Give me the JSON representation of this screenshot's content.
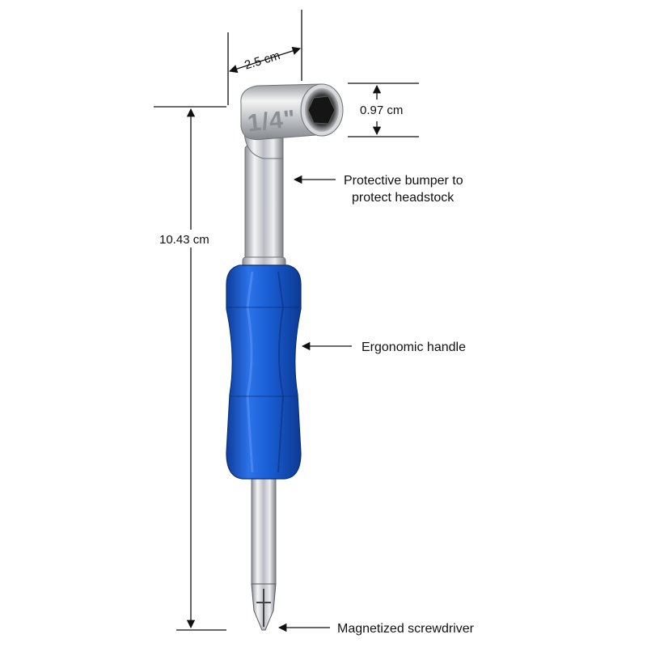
{
  "dimensions": {
    "width": "2.5 cm",
    "opening": "0.97 cm",
    "length": "10.43 cm"
  },
  "socket_marking": "1/4\"",
  "callouts": {
    "bumper_line1": "Protective bumper to",
    "bumper_line2": "protect headstock",
    "handle": "Ergonomic handle",
    "screwdriver": "Magnetized screwdriver"
  },
  "colors": {
    "handle_blue": "#1a5fd6",
    "chrome": "#c9cbcf",
    "line": "#111111"
  }
}
